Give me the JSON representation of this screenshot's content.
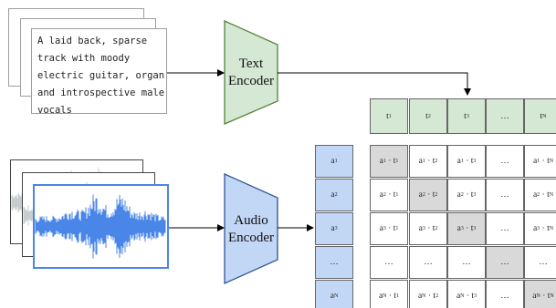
{
  "text_input": {
    "caption_lines": [
      "A laid back, sparse",
      "track with moody",
      "electric guitar, organ",
      "and introspective male",
      "vocals"
    ]
  },
  "text_encoder": {
    "label_line1": "Text",
    "label_line2": "Encoder",
    "fill": "#d5e8d4",
    "stroke": "#548235"
  },
  "audio_encoder": {
    "label_line1": "Audio",
    "label_line2": "Encoder",
    "fill": "#c2d6f5",
    "stroke": "#2f5597"
  },
  "text_embeddings": {
    "fill": "#d5e8d4",
    "items": [
      {
        "base": "t",
        "sub": "1"
      },
      {
        "base": "t",
        "sub": "2"
      },
      {
        "base": "t",
        "sub": "3"
      },
      {
        "base": "…",
        "sub": ""
      },
      {
        "base": "t",
        "sub": "N"
      }
    ]
  },
  "audio_embeddings": {
    "fill": "#c2d6f5",
    "items": [
      {
        "base": "a",
        "sub": "1"
      },
      {
        "base": "a",
        "sub": "2"
      },
      {
        "base": "a",
        "sub": "3"
      },
      {
        "base": "…",
        "sub": ""
      },
      {
        "base": "a",
        "sub": "N"
      }
    ]
  },
  "similarity_matrix": {
    "diagonal_fill": "#d9d9d9",
    "rows": [
      "1",
      "2",
      "3",
      "…",
      "N"
    ],
    "cols": [
      "1",
      "2",
      "3",
      "…",
      "N"
    ],
    "ellipsis": "…"
  },
  "waveform_color": "#4a86e8"
}
